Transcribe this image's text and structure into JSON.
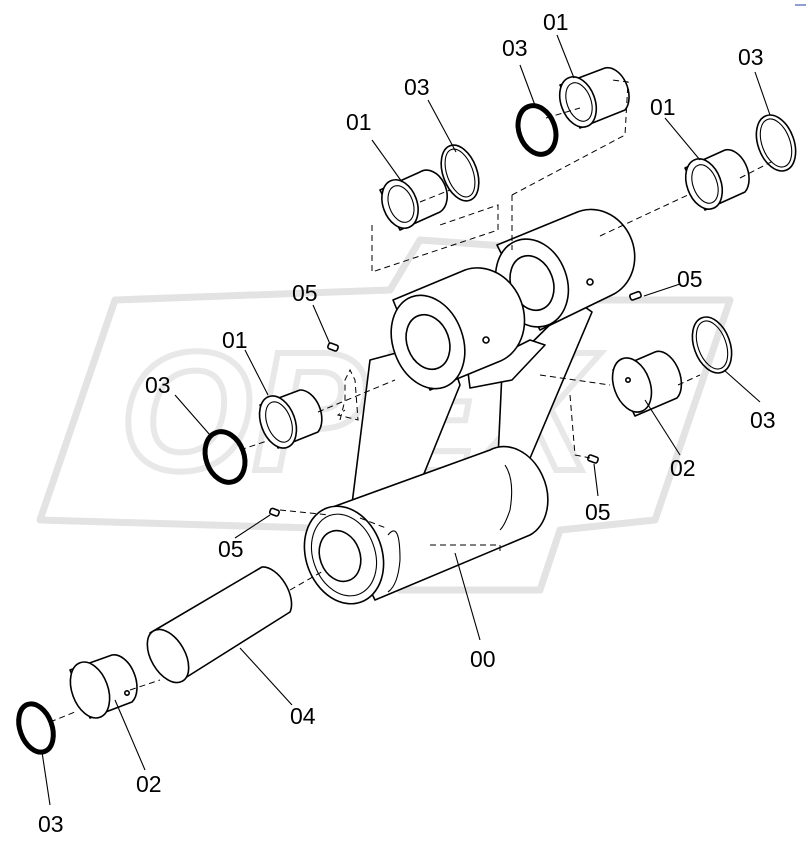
{
  "diagram": {
    "watermark": "OPEX",
    "labels": [
      {
        "id": "01",
        "text": "01"
      },
      {
        "id": "01",
        "text": "01"
      },
      {
        "id": "01",
        "text": "01"
      },
      {
        "id": "01",
        "text": "01"
      },
      {
        "id": "03",
        "text": "03"
      },
      {
        "id": "03",
        "text": "03"
      },
      {
        "id": "03",
        "text": "03"
      },
      {
        "id": "03",
        "text": "03"
      },
      {
        "id": "03",
        "text": "03"
      },
      {
        "id": "03",
        "text": "03"
      },
      {
        "id": "05",
        "text": "05"
      },
      {
        "id": "05",
        "text": "05"
      },
      {
        "id": "05",
        "text": "05"
      },
      {
        "id": "05",
        "text": "05"
      },
      {
        "id": "02",
        "text": "02"
      },
      {
        "id": "02",
        "text": "02"
      },
      {
        "id": "00",
        "text": "00"
      },
      {
        "id": "04",
        "text": "04"
      }
    ]
  }
}
